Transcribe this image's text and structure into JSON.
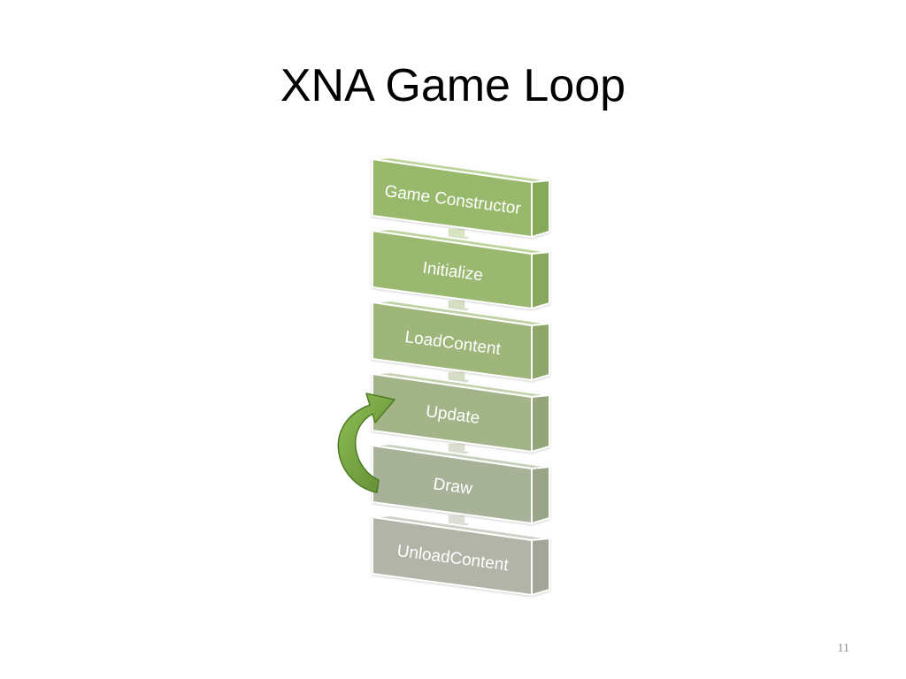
{
  "slide": {
    "title": "XNA Game Loop",
    "page_number": "11"
  },
  "diagram": {
    "steps": [
      {
        "label": "Game Constructor"
      },
      {
        "label": "Initialize"
      },
      {
        "label": "LoadContent"
      },
      {
        "label": "Update"
      },
      {
        "label": "Draw"
      },
      {
        "label": "UnloadContent"
      }
    ],
    "loop": {
      "from": "Draw",
      "to": "Update"
    },
    "colors": {
      "step_fill_top": "#9aba6f",
      "step_fill_bottom": "#b4b4ae",
      "connector": "#d7e4c2",
      "loop_arrow": "#6f9a3c"
    }
  }
}
